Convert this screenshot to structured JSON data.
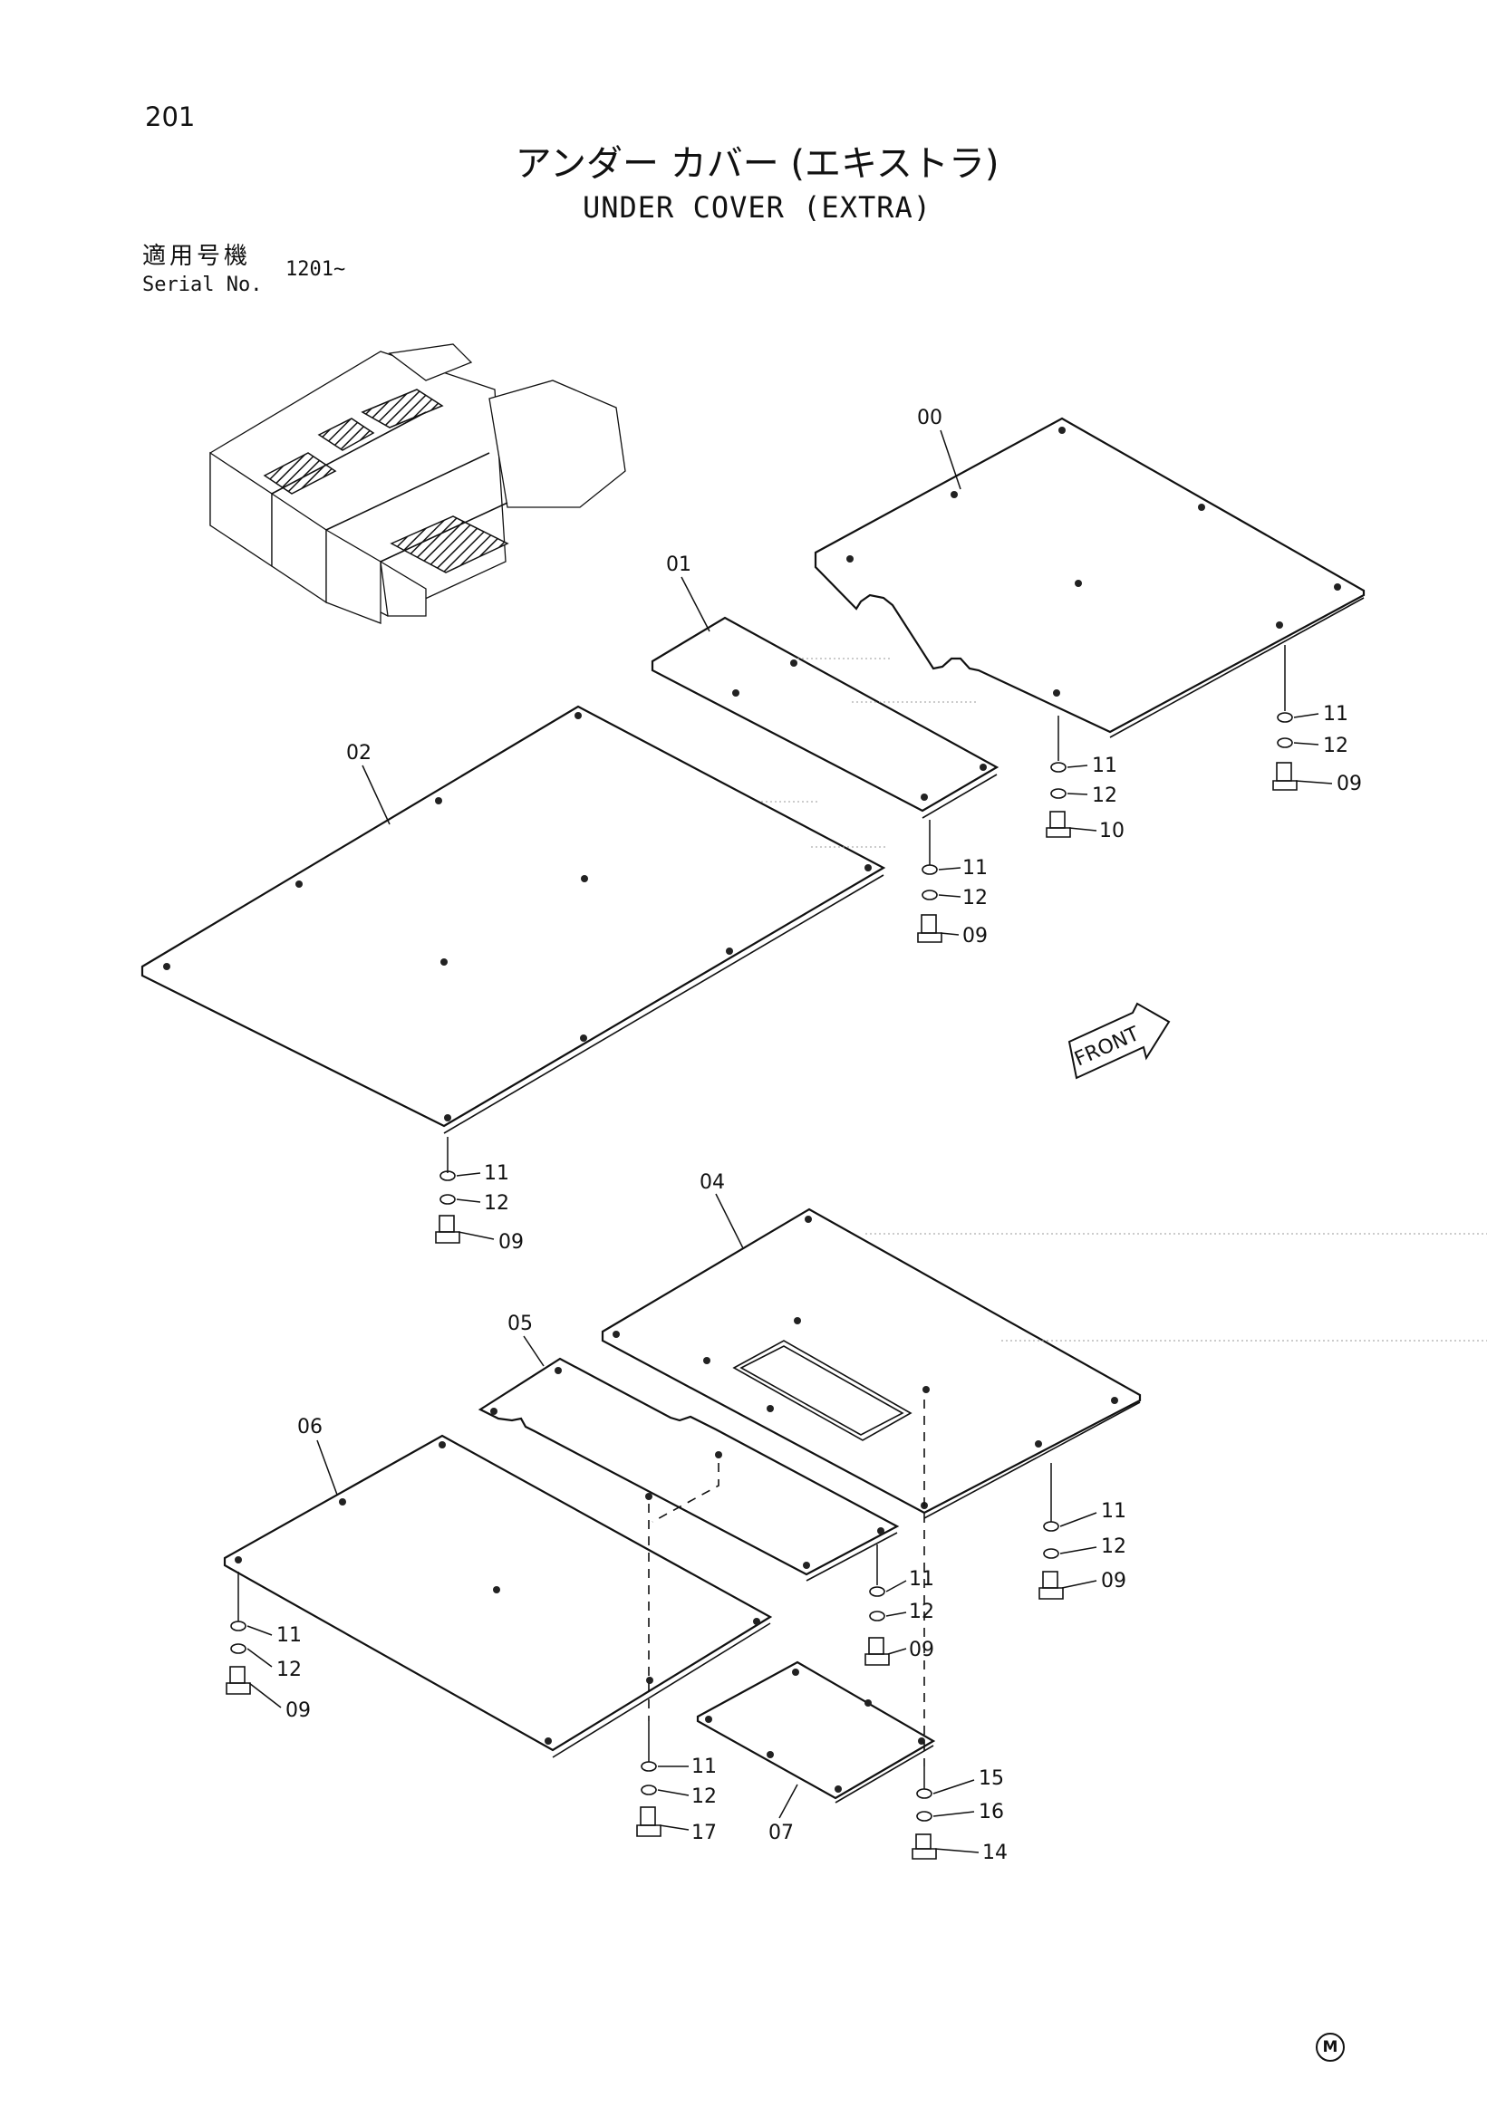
{
  "page_number": "201",
  "title_jp": "アンダー カバー (エキストラ)",
  "title_en": "UNDER COVER (EXTRA)",
  "serial": {
    "label_jp": "適用号機",
    "label_en": "Serial No.",
    "value": "1201~"
  },
  "front_label": "FRONT",
  "maker_mark": "M",
  "parts": {
    "p00": "00",
    "p01": "01",
    "p02": "02",
    "p04": "04",
    "p05": "05",
    "p06": "06",
    "p07": "07"
  },
  "hardware": {
    "washer": "11",
    "lock_washer": "12",
    "bolt": "09",
    "bolt_alt": "10",
    "bolt_long": "17",
    "washer_07": "15",
    "lock_washer_07": "16",
    "bolt_07": "14"
  }
}
